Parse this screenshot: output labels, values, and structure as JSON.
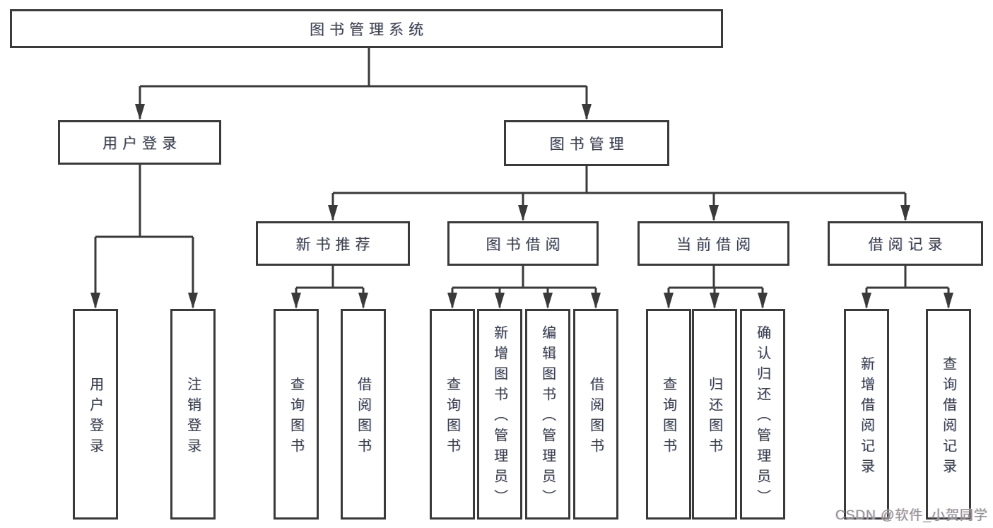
{
  "diagram": {
    "root": {
      "id": "library-management-system",
      "label": "图书管理系统"
    },
    "level1": [
      {
        "id": "user-login",
        "label": "用户登录",
        "parent": "library-management-system"
      },
      {
        "id": "book-management",
        "label": "图书管理",
        "parent": "library-management-system"
      }
    ],
    "level2": [
      {
        "id": "new-book-recommend",
        "label": "新书推荐",
        "parent": "book-management"
      },
      {
        "id": "book-borrowing",
        "label": "图书借阅",
        "parent": "book-management"
      },
      {
        "id": "current-borrowing",
        "label": "当前借阅",
        "parent": "book-management"
      },
      {
        "id": "borrowing-records",
        "label": "借阅记录",
        "parent": "book-management"
      }
    ],
    "leaves": [
      {
        "id": "leaf-user-login",
        "label": "用户登录",
        "parent": "user-login"
      },
      {
        "id": "leaf-logout",
        "label": "注销登录",
        "parent": "user-login"
      },
      {
        "id": "leaf-query-books-recommend",
        "label": "查询图书",
        "parent": "new-book-recommend"
      },
      {
        "id": "leaf-borrow-books-recommend",
        "label": "借阅图书",
        "parent": "new-book-recommend"
      },
      {
        "id": "leaf-query-books-borrowing",
        "label": "查询图书",
        "parent": "book-borrowing"
      },
      {
        "id": "leaf-add-books-admin",
        "label": "新增图书（管理员）",
        "parent": "book-borrowing"
      },
      {
        "id": "leaf-edit-books-admin",
        "label": "编辑图书（管理员）",
        "parent": "book-borrowing"
      },
      {
        "id": "leaf-borrow-books-borrowing",
        "label": "借阅图书",
        "parent": "book-borrowing"
      },
      {
        "id": "leaf-query-books-current",
        "label": "查询图书",
        "parent": "current-borrowing"
      },
      {
        "id": "leaf-return-books",
        "label": "归还图书",
        "parent": "current-borrowing"
      },
      {
        "id": "leaf-confirm-return-admin",
        "label": "确认归还（管理员）",
        "parent": "current-borrowing"
      },
      {
        "id": "leaf-add-borrow-record",
        "label": "新增借阅记录",
        "parent": "borrowing-records"
      },
      {
        "id": "leaf-query-borrow-record",
        "label": "查询借阅记录",
        "parent": "borrowing-records"
      }
    ]
  },
  "watermark": {
    "text": "CSDN @软件_小贺同学"
  },
  "colors": {
    "line": "#3a3a3a",
    "box_border": "#3a3a3a",
    "text": "#3e3e46",
    "watermark": "#8f8f8f",
    "background": "#ffffff"
  }
}
